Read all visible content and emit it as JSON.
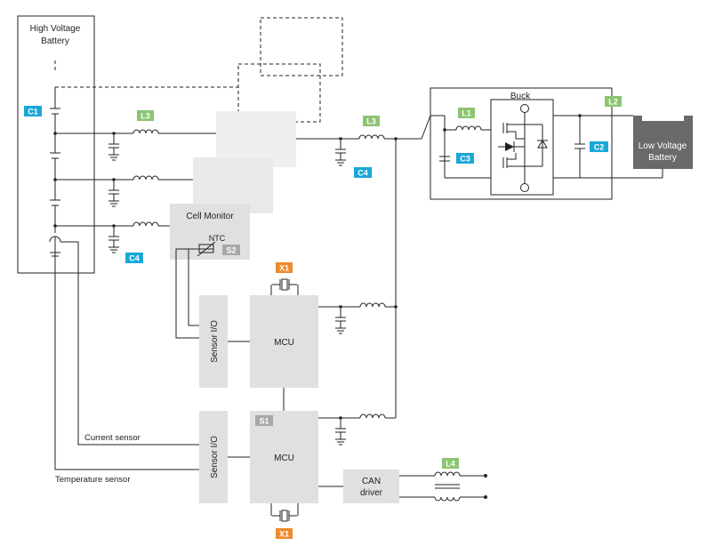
{
  "colors": {
    "blue": "#1aa7d8",
    "green": "#8cc472",
    "orange": "#ef8a2a",
    "gray_tag": "#a8a8a8",
    "block_fill": "#e0e0e0",
    "ghost_fill": "#efefef",
    "lv_battery": "#6a6a6a",
    "line": "#222222"
  },
  "hv_battery": {
    "title_line1": "High Voltage",
    "title_line2": "Battery"
  },
  "lv_battery": {
    "line1": "Low Voltage",
    "line2": "Battery"
  },
  "buck": {
    "label": "Buck"
  },
  "cell_monitor": {
    "label": "Cell Monitor",
    "ntc": "NTC"
  },
  "mcu_upper": {
    "label": "MCU"
  },
  "mcu_lower": {
    "label": "MCU"
  },
  "sensor_io_upper": {
    "label": "Sensor I/O"
  },
  "sensor_io_lower": {
    "label": "Sensor I/O"
  },
  "can_driver": {
    "line1": "CAN",
    "line2": "driver"
  },
  "sensors": {
    "current": "Current sensor",
    "temperature": "Temperature sensor"
  },
  "tags": {
    "c1": "C1",
    "c2": "C2",
    "c3": "C3",
    "c4_left": "C4",
    "c4_mid": "C4",
    "l1": "L1",
    "l2": "L2",
    "l3_left": "L3",
    "l3_mid": "L3",
    "l4": "L4",
    "x1_top": "X1",
    "x1_bottom": "X1",
    "s1": "S1",
    "s2": "S2"
  }
}
